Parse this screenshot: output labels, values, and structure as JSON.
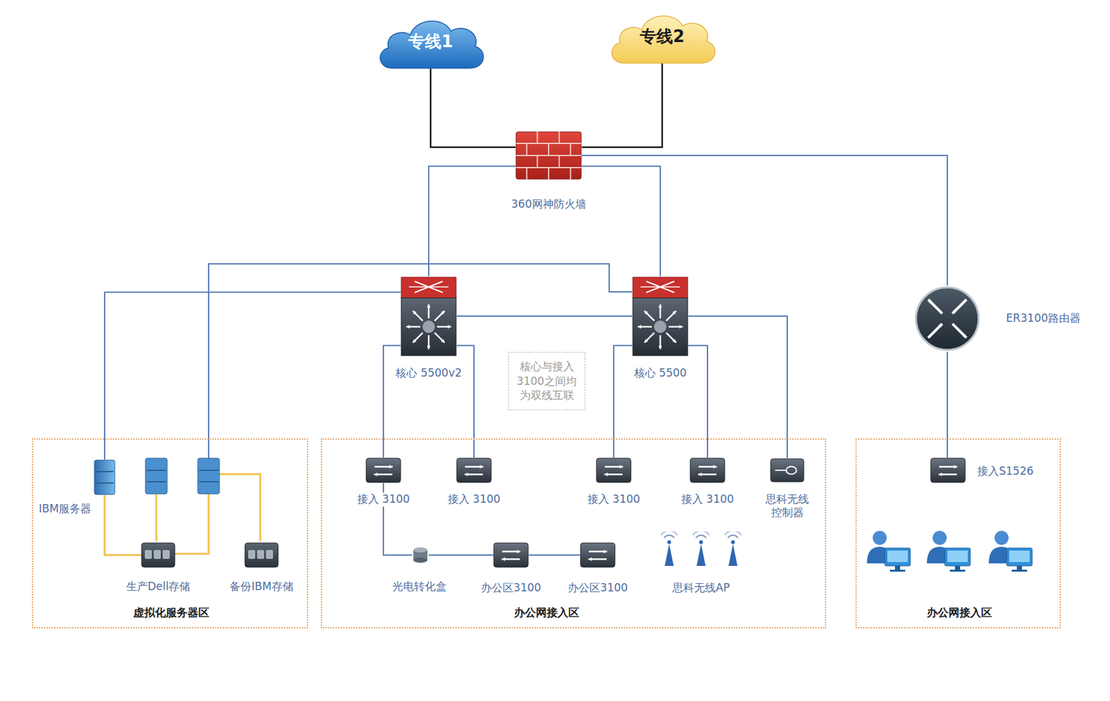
{
  "diagram": {
    "nodes": [
      {
        "text": [
          "专线1"
        ]
      },
      {
        "text": [
          "专线2"
        ]
      },
      {
        "text": [
          "360网神防火墙"
        ]
      },
      {
        "text": [
          "核心 5500v2"
        ]
      },
      {
        "text": [
          "核心与接入 3100之间均 为双线互联"
        ]
      },
      {
        "text": [
          "核心 5500"
        ]
      },
      {
        "text": [
          "ER3100路由器"
        ]
      },
      {
        "text": [
          "虚拟化服务器区"
        ]
      },
      {
        "text": [
          "IBM服务器"
        ],
        "in": 7
      },
      {
        "text": [
          "生产Dell存储"
        ],
        "in": 7
      },
      {
        "text": [
          "备份IBM存储"
        ],
        "in": 7
      },
      {
        "text": [
          "办公网接入区"
        ]
      },
      {
        "text": [
          "接入 3100"
        ],
        "in": 11
      },
      {
        "text": [
          "接入 3100"
        ],
        "in": 11
      },
      {
        "text": [
          "接入 3100"
        ],
        "in": 11
      },
      {
        "text": [
          "接入 3100"
        ],
        "in": 11
      },
      {
        "text": [
          "思科无线 控制器"
        ],
        "in": 11
      },
      {
        "text": [
          "光电转化盒"
        ],
        "in": 11
      },
      {
        "text": [
          "办公区3100"
        ],
        "in": 11
      },
      {
        "text": [
          "办公区3100"
        ],
        "in": 11
      },
      {
        "text": [
          "思科无线AP"
        ],
        "in": 11
      },
      {
        "text": [
          "办公网接入区"
        ]
      },
      {
        "text": [
          "接入S1526"
        ],
        "in": 21
      }
    ],
    "edges": [
      {
        "from": 0,
        "to": 2,
        "arrow": "none"
      },
      {
        "from": 1,
        "to": 2,
        "arrow": "none"
      },
      {
        "from": 2,
        "to": 3,
        "arrow": "none"
      },
      {
        "from": 2,
        "to": 5,
        "arrow": "none"
      },
      {
        "from": 2,
        "to": 6,
        "arrow": "none"
      },
      {
        "from": 3,
        "to": 8,
        "arrow": "none"
      },
      {
        "from": 3,
        "to": 5,
        "arrow": "none"
      },
      {
        "from": 3,
        "to": 12,
        "arrow": "none"
      },
      {
        "from": 3,
        "to": 13,
        "arrow": "none"
      },
      {
        "from": 5,
        "to": 14,
        "arrow": "none"
      },
      {
        "from": 5,
        "to": 15,
        "arrow": "none"
      },
      {
        "from": 5,
        "to": 16,
        "arrow": "none"
      },
      {
        "from": 6,
        "to": 22,
        "arrow": "none"
      },
      {
        "from": 12,
        "to": 17,
        "arrow": "none"
      },
      {
        "from": 17,
        "to": 18,
        "arrow": "none"
      },
      {
        "from": 18,
        "to": 19,
        "arrow": "none"
      },
      {
        "from": 8,
        "to": 9,
        "arrow": "none"
      }
    ]
  }
}
